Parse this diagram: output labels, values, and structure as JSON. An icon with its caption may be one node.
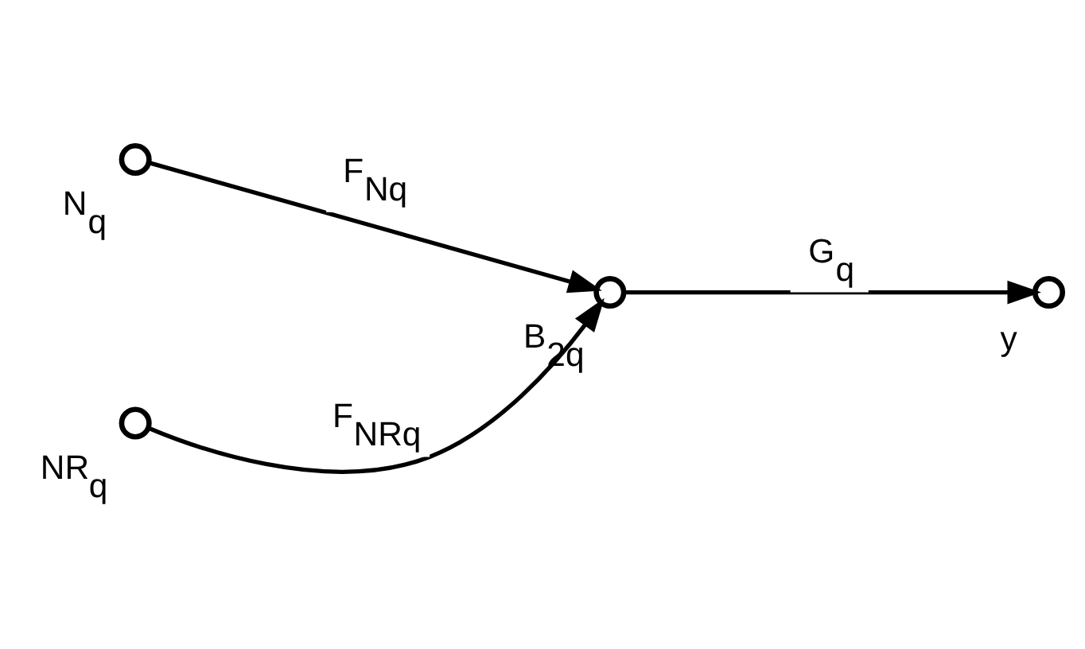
{
  "diagram": {
    "nodes": [
      {
        "text": [],
        "shape": "circle",
        "beside": [
          "N$_{q}$"
        ]
      },
      {
        "text": [],
        "shape": "circle",
        "beside": [
          "NR$_{q}$"
        ]
      },
      {
        "text": [],
        "shape": "circle",
        "beside": [
          "B$_{2q}$"
        ]
      },
      {
        "text": [],
        "shape": "circle",
        "beside": [
          "y"
        ]
      }
    ],
    "edges": [
      {
        "from": 0,
        "to": 2,
        "arrow": "to",
        "label": "F$_{Nq}$"
      },
      {
        "from": 1,
        "to": 2,
        "arrow": "to",
        "label": "F$_{NRq}$"
      },
      {
        "from": 2,
        "to": 3,
        "arrow": "to",
        "label": "G$_{q}$"
      }
    ]
  }
}
